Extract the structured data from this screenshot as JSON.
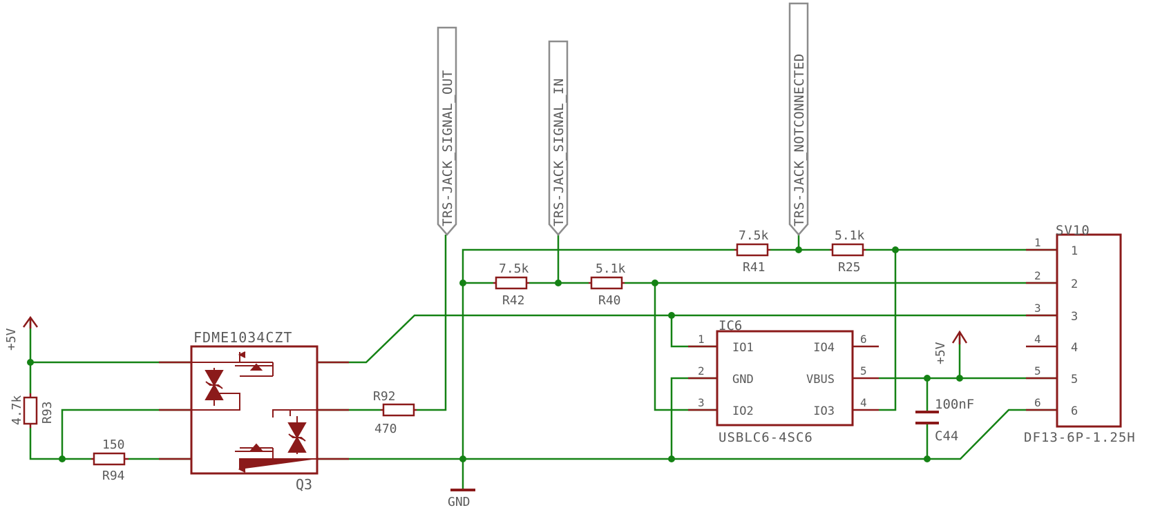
{
  "colors": {
    "wire": "#148214",
    "part": "#8b1a1a",
    "text": "#5a5a5a",
    "port": "#8c8c8c"
  },
  "supplies": {
    "left": "+5V",
    "right": "+5V",
    "ground": "GND"
  },
  "net_ports": [
    {
      "label": "TRS-JACK_SIGNAL_OUT"
    },
    {
      "label": "TRS-JACK_SIGNAL_IN"
    },
    {
      "label": "TRS-JACK_NOTCONNECTED"
    }
  ],
  "resistors": {
    "r93": {
      "name": "R93",
      "value": "4.7k"
    },
    "r94": {
      "name": "R94",
      "value": "150"
    },
    "r92": {
      "name": "R92",
      "value": "470"
    },
    "r42": {
      "name": "R42",
      "value": "7.5k"
    },
    "r40": {
      "name": "R40",
      "value": "5.1k"
    },
    "r41": {
      "name": "R41",
      "value": "7.5k"
    },
    "r25": {
      "name": "R25",
      "value": "5.1k"
    }
  },
  "q3": {
    "name": "Q3",
    "value": "FDME1034CZT"
  },
  "ic6": {
    "name": "IC6",
    "value": "USBLC6-4SC6",
    "pins_left": [
      {
        "num": "1",
        "label": "IO1"
      },
      {
        "num": "2",
        "label": "GND"
      },
      {
        "num": "3",
        "label": "IO2"
      }
    ],
    "pins_right": [
      {
        "num": "6",
        "label": "IO4"
      },
      {
        "num": "5",
        "label": "VBUS"
      },
      {
        "num": "4",
        "label": "IO3"
      }
    ]
  },
  "c44": {
    "name": "C44",
    "value": "100nF"
  },
  "sv10": {
    "name": "SV10",
    "value": "DF13-6P-1.25H",
    "pins": [
      {
        "num": "1",
        "label": "1"
      },
      {
        "num": "2",
        "label": "2"
      },
      {
        "num": "3",
        "label": "3"
      },
      {
        "num": "4",
        "label": "4"
      },
      {
        "num": "5",
        "label": "5"
      },
      {
        "num": "6",
        "label": "6"
      }
    ]
  }
}
